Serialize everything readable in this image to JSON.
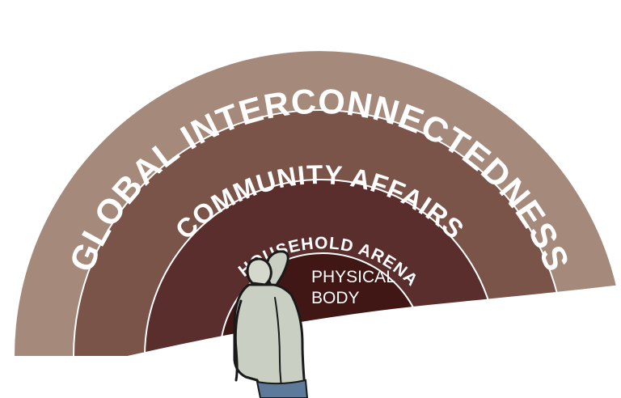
{
  "diagram": {
    "rings": [
      {
        "id": "global",
        "label": "GLOBAL INTERCONNECTEDNESS",
        "color": "#a58a7c"
      },
      {
        "id": "community",
        "label": "COMMUNITY AFFAIRS",
        "color": "#7a5349"
      },
      {
        "id": "household",
        "label": "HOUSEHOLD ARENA",
        "color": "#5a2e2c"
      },
      {
        "id": "physical",
        "label_line1": "PHYSICAL",
        "label_line2": "BODY",
        "color": "#401714"
      }
    ],
    "ground_color": "#ffffff",
    "separator_color": "#ffffff",
    "figure_color": "#c9cfc2"
  }
}
